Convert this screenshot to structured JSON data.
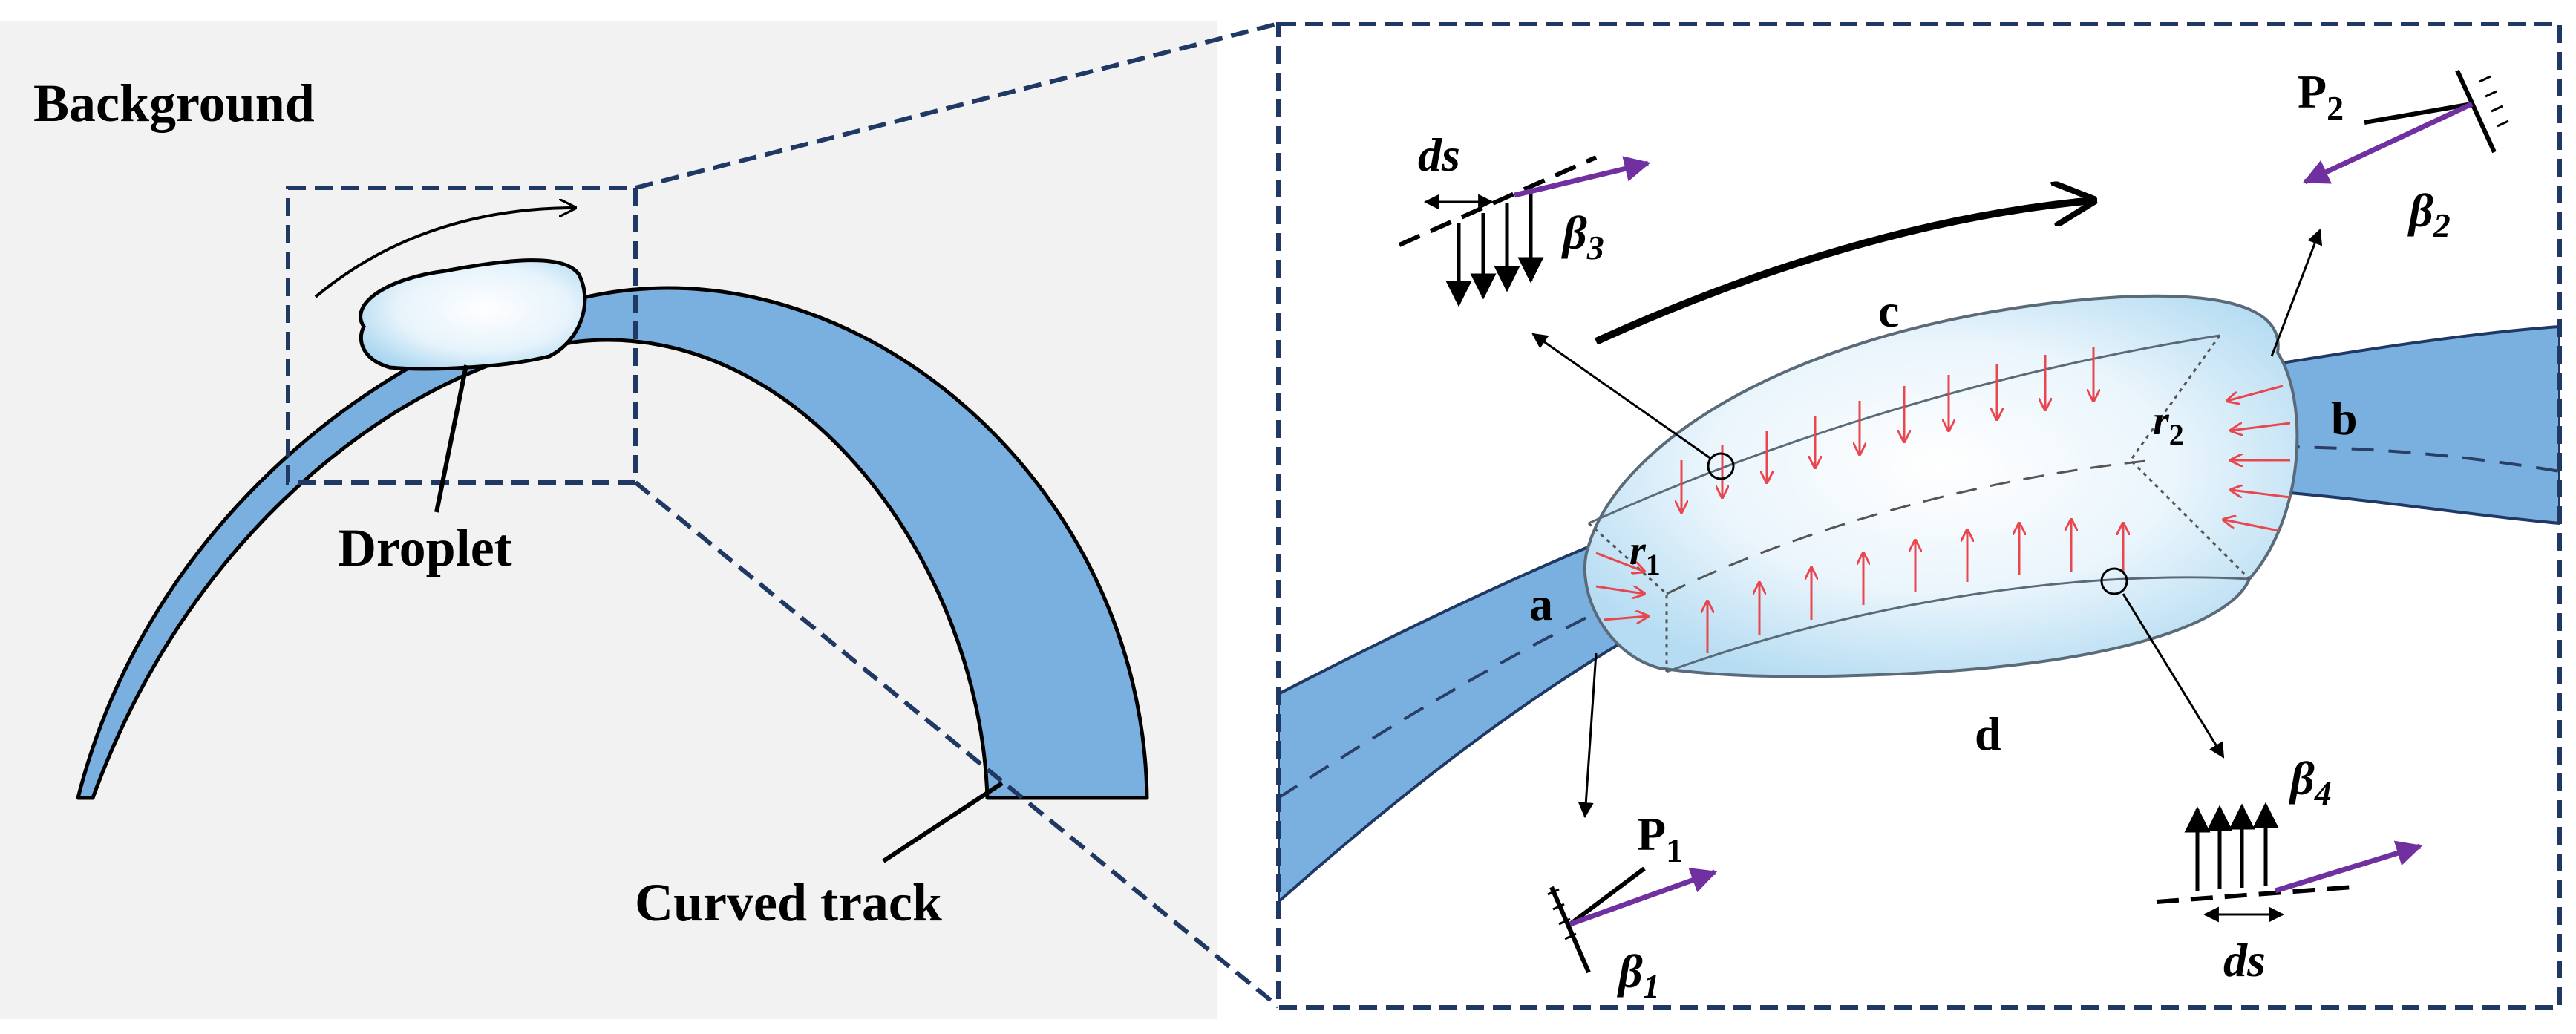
{
  "left_panel": {
    "title": "Background",
    "droplet_label": "Droplet",
    "track_label": "Curved track"
  },
  "right_panel": {
    "labels": {
      "a": "a",
      "b": "b",
      "c": "c",
      "d": "d",
      "r1_base": "r",
      "r1_sub": "1",
      "r2_base": "r",
      "r2_sub": "2",
      "p1_base": "P",
      "p1_sub": "1",
      "p2_base": "P",
      "p2_sub": "2",
      "beta1_base": "β",
      "beta1_sub": "1",
      "beta2_base": "β",
      "beta2_sub": "2",
      "beta3_base": "β",
      "beta3_sub": "3",
      "beta4_base": "β",
      "beta4_sub": "4",
      "ds_top": "ds",
      "ds_bottom": "ds"
    }
  },
  "colors": {
    "panel_bg": "#f2f2f2",
    "track_fill": "#7ab0e0",
    "frame_dash": "#1f3864",
    "droplet_edge": "#5a6a78",
    "force_arrow": "#e8474f",
    "vector_arrow": "#7030a0"
  }
}
